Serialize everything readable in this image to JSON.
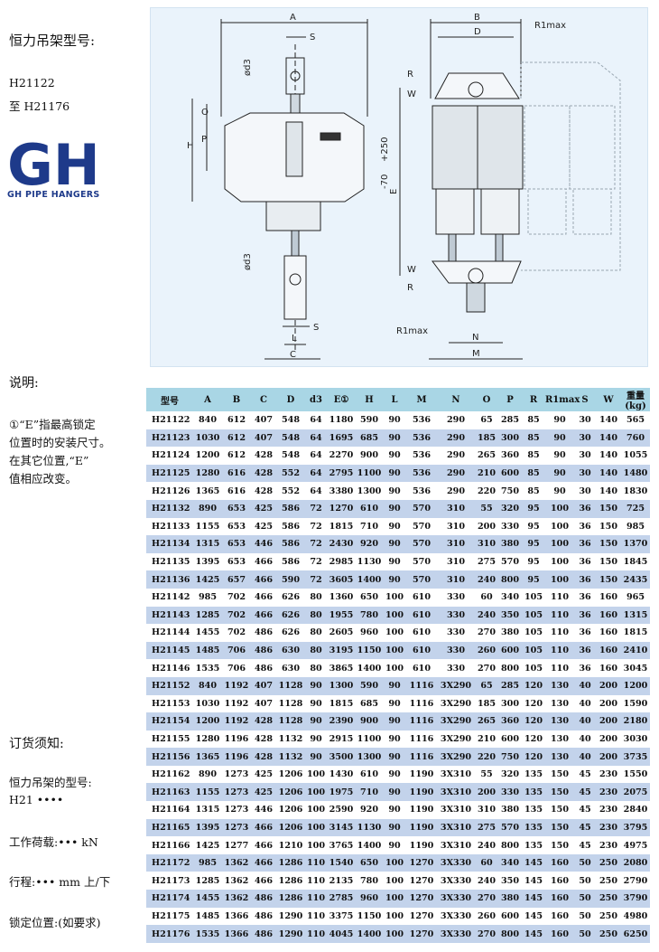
{
  "header": {
    "title": "恒力吊架型号:",
    "model_from": "H21122",
    "model_to": "至 H21176",
    "logo_text": "GH",
    "logo_sub": "GH PIPE HANGERS"
  },
  "drawing": {
    "labels": [
      "A",
      "S",
      "ød3",
      "O",
      "P",
      "H",
      "B",
      "D",
      "R1max",
      "R",
      "W",
      "E",
      "+250",
      "-70",
      "R",
      "W",
      "R1max",
      "N",
      "M",
      "ød3",
      "S",
      "L",
      "C"
    ]
  },
  "notes": {
    "title": "说明:",
    "lines": [
      "①“E”指最高锁定",
      "位置时的安装尺寸。",
      "在其它位置,“E”",
      "值相应改变。"
    ]
  },
  "order": {
    "title": "订货须知:",
    "items": [
      "恒力吊架的型号:",
      "H21 ••••",
      "工作荷载:•••  kN",
      "行程:•••  mm 上/下",
      "锁定位置:(如要求)"
    ]
  },
  "table": {
    "headers": [
      "型号",
      "A",
      "B",
      "C",
      "D",
      "d3",
      "E①",
      "H",
      "L",
      "M",
      "N",
      "O",
      "P",
      "R",
      "R1max",
      "S",
      "W",
      "重量 (kg)"
    ],
    "rows": [
      [
        "H21122",
        "840",
        "612",
        "407",
        "548",
        "64",
        "1180",
        "590",
        "90",
        "536",
        "290",
        "65",
        "285",
        "85",
        "90",
        "30",
        "140",
        "565"
      ],
      [
        "H21123",
        "1030",
        "612",
        "407",
        "548",
        "64",
        "1695",
        "685",
        "90",
        "536",
        "290",
        "185",
        "300",
        "85",
        "90",
        "30",
        "140",
        "760"
      ],
      [
        "H21124",
        "1200",
        "612",
        "428",
        "548",
        "64",
        "2270",
        "900",
        "90",
        "536",
        "290",
        "265",
        "360",
        "85",
        "90",
        "30",
        "140",
        "1055"
      ],
      [
        "H21125",
        "1280",
        "616",
        "428",
        "552",
        "64",
        "2795",
        "1100",
        "90",
        "536",
        "290",
        "210",
        "600",
        "85",
        "90",
        "30",
        "140",
        "1480"
      ],
      [
        "H21126",
        "1365",
        "616",
        "428",
        "552",
        "64",
        "3380",
        "1300",
        "90",
        "536",
        "290",
        "220",
        "750",
        "85",
        "90",
        "30",
        "140",
        "1830"
      ],
      [
        "H21132",
        "890",
        "653",
        "425",
        "586",
        "72",
        "1270",
        "610",
        "90",
        "570",
        "310",
        "55",
        "320",
        "95",
        "100",
        "36",
        "150",
        "725"
      ],
      [
        "H21133",
        "1155",
        "653",
        "425",
        "586",
        "72",
        "1815",
        "710",
        "90",
        "570",
        "310",
        "200",
        "330",
        "95",
        "100",
        "36",
        "150",
        "985"
      ],
      [
        "H21134",
        "1315",
        "653",
        "446",
        "586",
        "72",
        "2430",
        "920",
        "90",
        "570",
        "310",
        "310",
        "380",
        "95",
        "100",
        "36",
        "150",
        "1370"
      ],
      [
        "H21135",
        "1395",
        "653",
        "466",
        "586",
        "72",
        "2985",
        "1130",
        "90",
        "570",
        "310",
        "275",
        "570",
        "95",
        "100",
        "36",
        "150",
        "1845"
      ],
      [
        "H21136",
        "1425",
        "657",
        "466",
        "590",
        "72",
        "3605",
        "1400",
        "90",
        "570",
        "310",
        "240",
        "800",
        "95",
        "100",
        "36",
        "150",
        "2435"
      ],
      [
        "H21142",
        "985",
        "702",
        "466",
        "626",
        "80",
        "1360",
        "650",
        "100",
        "610",
        "330",
        "60",
        "340",
        "105",
        "110",
        "36",
        "160",
        "965"
      ],
      [
        "H21143",
        "1285",
        "702",
        "466",
        "626",
        "80",
        "1955",
        "780",
        "100",
        "610",
        "330",
        "240",
        "350",
        "105",
        "110",
        "36",
        "160",
        "1315"
      ],
      [
        "H21144",
        "1455",
        "702",
        "486",
        "626",
        "80",
        "2605",
        "960",
        "100",
        "610",
        "330",
        "270",
        "380",
        "105",
        "110",
        "36",
        "160",
        "1815"
      ],
      [
        "H21145",
        "1485",
        "706",
        "486",
        "630",
        "80",
        "3195",
        "1150",
        "100",
        "610",
        "330",
        "260",
        "600",
        "105",
        "110",
        "36",
        "160",
        "2410"
      ],
      [
        "H21146",
        "1535",
        "706",
        "486",
        "630",
        "80",
        "3865",
        "1400",
        "100",
        "610",
        "330",
        "270",
        "800",
        "105",
        "110",
        "36",
        "160",
        "3045"
      ],
      [
        "H21152",
        "840",
        "1192",
        "407",
        "1128",
        "90",
        "1300",
        "590",
        "90",
        "1116",
        "3X290",
        "65",
        "285",
        "120",
        "130",
        "40",
        "200",
        "1200"
      ],
      [
        "H21153",
        "1030",
        "1192",
        "407",
        "1128",
        "90",
        "1815",
        "685",
        "90",
        "1116",
        "3X290",
        "185",
        "300",
        "120",
        "130",
        "40",
        "200",
        "1590"
      ],
      [
        "H21154",
        "1200",
        "1192",
        "428",
        "1128",
        "90",
        "2390",
        "900",
        "90",
        "1116",
        "3X290",
        "265",
        "360",
        "120",
        "130",
        "40",
        "200",
        "2180"
      ],
      [
        "H21155",
        "1280",
        "1196",
        "428",
        "1132",
        "90",
        "2915",
        "1100",
        "90",
        "1116",
        "3X290",
        "210",
        "600",
        "120",
        "130",
        "40",
        "200",
        "3030"
      ],
      [
        "H21156",
        "1365",
        "1196",
        "428",
        "1132",
        "90",
        "3500",
        "1300",
        "90",
        "1116",
        "3X290",
        "220",
        "750",
        "120",
        "130",
        "40",
        "200",
        "3735"
      ],
      [
        "H21162",
        "890",
        "1273",
        "425",
        "1206",
        "100",
        "1430",
        "610",
        "90",
        "1190",
        "3X310",
        "55",
        "320",
        "135",
        "150",
        "45",
        "230",
        "1550"
      ],
      [
        "H21163",
        "1155",
        "1273",
        "425",
        "1206",
        "100",
        "1975",
        "710",
        "90",
        "1190",
        "3X310",
        "200",
        "330",
        "135",
        "150",
        "45",
        "230",
        "2075"
      ],
      [
        "H21164",
        "1315",
        "1273",
        "446",
        "1206",
        "100",
        "2590",
        "920",
        "90",
        "1190",
        "3X310",
        "310",
        "380",
        "135",
        "150",
        "45",
        "230",
        "2840"
      ],
      [
        "H21165",
        "1395",
        "1273",
        "466",
        "1206",
        "100",
        "3145",
        "1130",
        "90",
        "1190",
        "3X310",
        "275",
        "570",
        "135",
        "150",
        "45",
        "230",
        "3795"
      ],
      [
        "H21166",
        "1425",
        "1277",
        "466",
        "1210",
        "100",
        "3765",
        "1400",
        "90",
        "1190",
        "3X310",
        "240",
        "800",
        "135",
        "150",
        "45",
        "230",
        "4975"
      ],
      [
        "H21172",
        "985",
        "1362",
        "466",
        "1286",
        "110",
        "1540",
        "650",
        "100",
        "1270",
        "3X330",
        "60",
        "340",
        "145",
        "160",
        "50",
        "250",
        "2080"
      ],
      [
        "H21173",
        "1285",
        "1362",
        "466",
        "1286",
        "110",
        "2135",
        "780",
        "100",
        "1270",
        "3X330",
        "240",
        "350",
        "145",
        "160",
        "50",
        "250",
        "2790"
      ],
      [
        "H21174",
        "1455",
        "1362",
        "486",
        "1286",
        "110",
        "2785",
        "960",
        "100",
        "1270",
        "3X330",
        "270",
        "380",
        "145",
        "160",
        "50",
        "250",
        "3790"
      ],
      [
        "H21175",
        "1485",
        "1366",
        "486",
        "1290",
        "110",
        "3375",
        "1150",
        "100",
        "1270",
        "3X330",
        "260",
        "600",
        "145",
        "160",
        "50",
        "250",
        "4980"
      ],
      [
        "H21176",
        "1535",
        "1366",
        "486",
        "1290",
        "110",
        "4045",
        "1400",
        "100",
        "1270",
        "3X330",
        "270",
        "800",
        "145",
        "160",
        "50",
        "250",
        "6250"
      ]
    ]
  },
  "colors": {
    "header_bg": "#a9d6e5",
    "row_alt": "#c3d3eb",
    "logo_blue": "#1e3a8a",
    "drawing_bg": "#eaf3fb"
  }
}
